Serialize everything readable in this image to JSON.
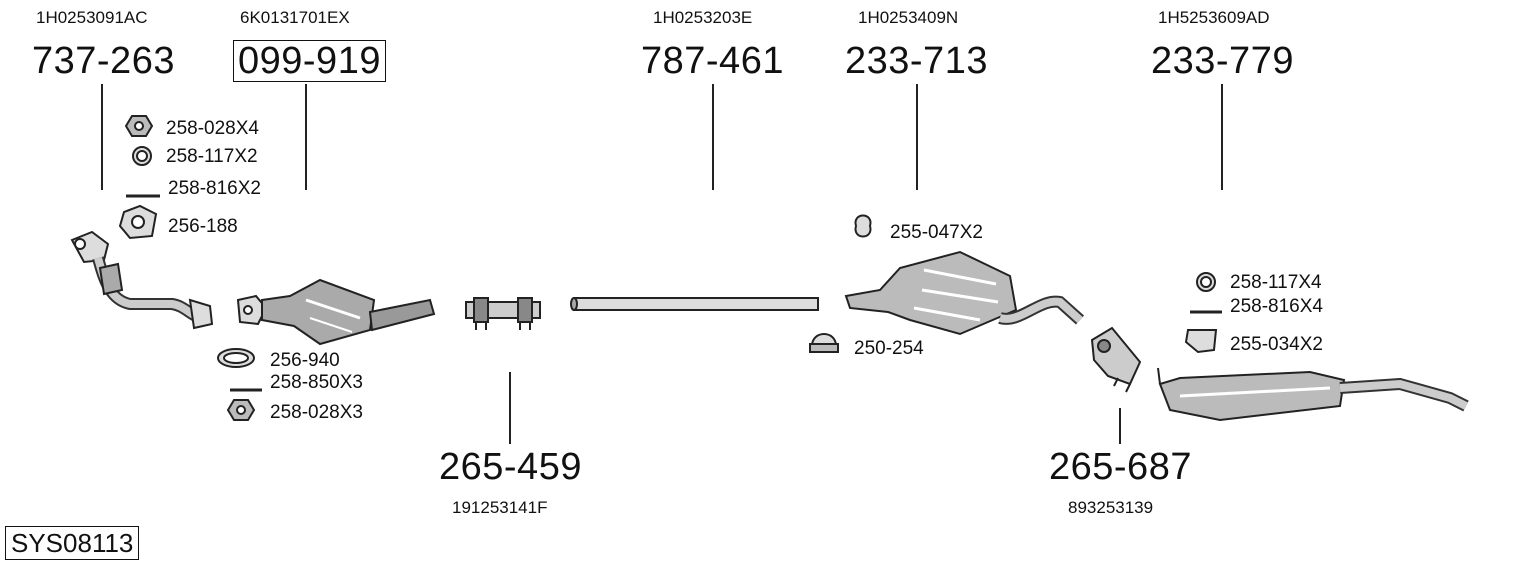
{
  "system_code": "SYS08113",
  "parts": [
    {
      "oe": "1H0253091AC",
      "number": "737-263"
    },
    {
      "oe": "6K0131701EX",
      "number": "099-919"
    },
    {
      "oe": "1H0253203E",
      "number": "787-461"
    },
    {
      "oe": "1H0253409N",
      "number": "233-713"
    },
    {
      "oe": "1H5253609AD",
      "number": "233-779"
    },
    {
      "oe": "191253141F",
      "number": "265-459"
    },
    {
      "oe": "893253139",
      "number": "265-687"
    }
  ],
  "sub_parts": [
    "258-028X4",
    "258-117X2",
    "258-816X2",
    "256-188",
    "256-940",
    "258-850X3",
    "258-028X3",
    "255-047X2",
    "250-254",
    "258-117X4",
    "258-816X4",
    "255-034X2"
  ]
}
